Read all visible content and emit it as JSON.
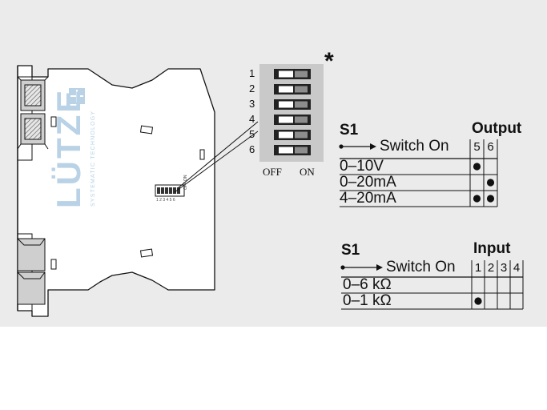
{
  "dip_switch": {
    "positions": [
      "1",
      "2",
      "3",
      "4",
      "5",
      "6"
    ],
    "off_label": "OFF",
    "on_label": "ON",
    "asterisk": "*"
  },
  "device": {
    "brand": "LÜTZE",
    "tagline": "SYSTEMATIC TECHNOLOGY",
    "mini_off": "OFF",
    "mini_on": "ON",
    "mini_numbers": "1 2 3 4 5 6"
  },
  "output_table": {
    "s_label": "S1",
    "title": "Output",
    "switch_on_label": "Switch On",
    "columns": [
      "5",
      "6"
    ],
    "rows": [
      {
        "label": "0–10V",
        "dots": [
          true,
          false
        ]
      },
      {
        "label": "0–20mA",
        "dots": [
          false,
          true
        ]
      },
      {
        "label": "4–20mA",
        "dots": [
          true,
          true
        ]
      }
    ]
  },
  "input_table": {
    "s_label": "S1",
    "title": "Input",
    "switch_on_label": "Switch On",
    "columns": [
      "1",
      "2",
      "3",
      "4"
    ],
    "rows": [
      {
        "label": "0–6 kΩ",
        "dots": [
          false,
          false,
          false,
          false
        ]
      },
      {
        "label": "0–1 kΩ",
        "dots": [
          true,
          false,
          false,
          false
        ]
      }
    ]
  }
}
